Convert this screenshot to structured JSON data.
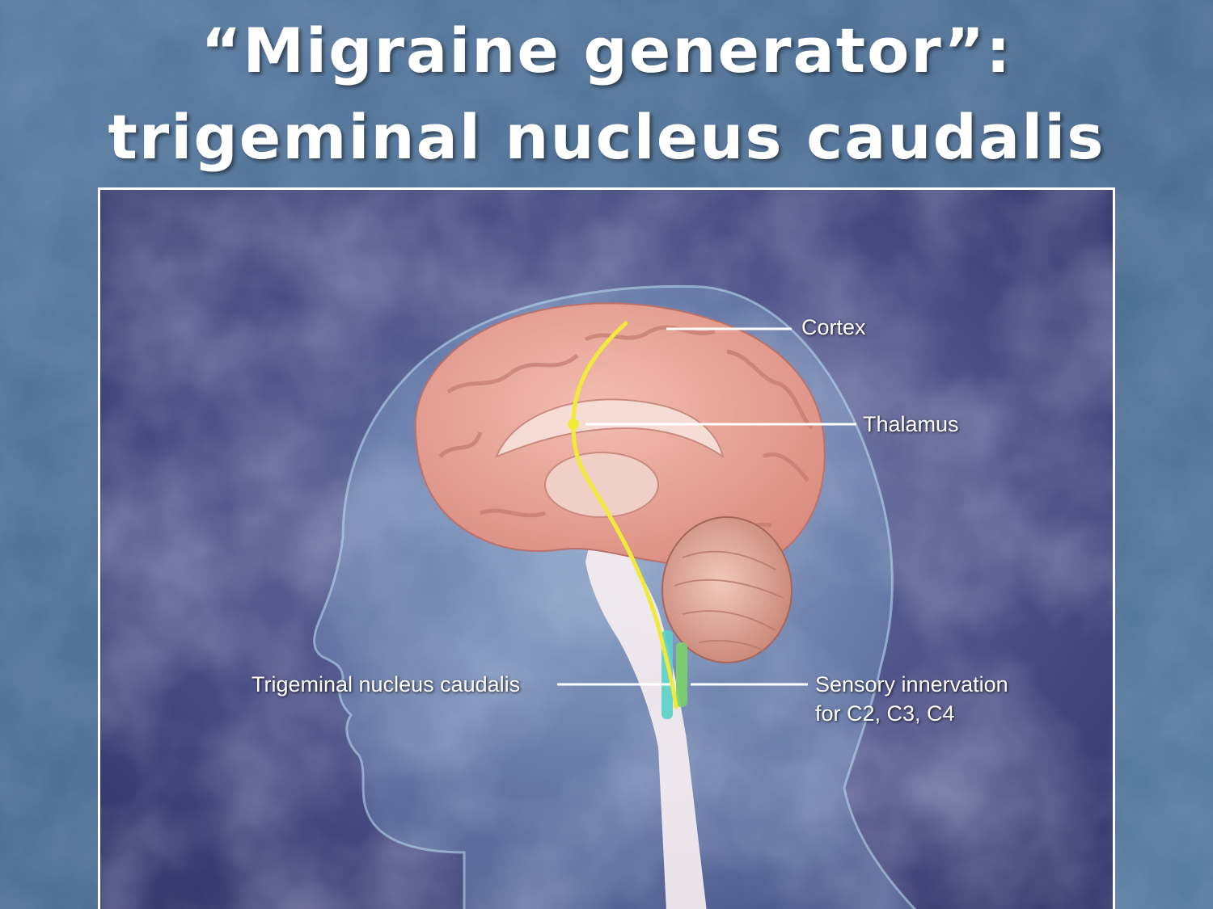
{
  "slide": {
    "title_line_1": "“Migraine generator”:",
    "title_line_2": "trigeminal nucleus caudalis"
  },
  "figure": {
    "labels": {
      "cortex": "Cortex",
      "thalamus": "Thalamus",
      "trigeminal_nucleus_caudalis": "Trigeminal nucleus caudalis",
      "sensory_innervation_line_1": "Sensory innervation",
      "sensory_innervation_line_2": "for C2, C3, C4"
    },
    "colors": {
      "slide_background": "#4d6f95",
      "frame_border": "#ffffff",
      "brain": "#e8a59a",
      "pathway": "#f2ea3a",
      "nucleus_marker": "#5ad0c8",
      "sensory_marker": "#7ad26a"
    }
  }
}
